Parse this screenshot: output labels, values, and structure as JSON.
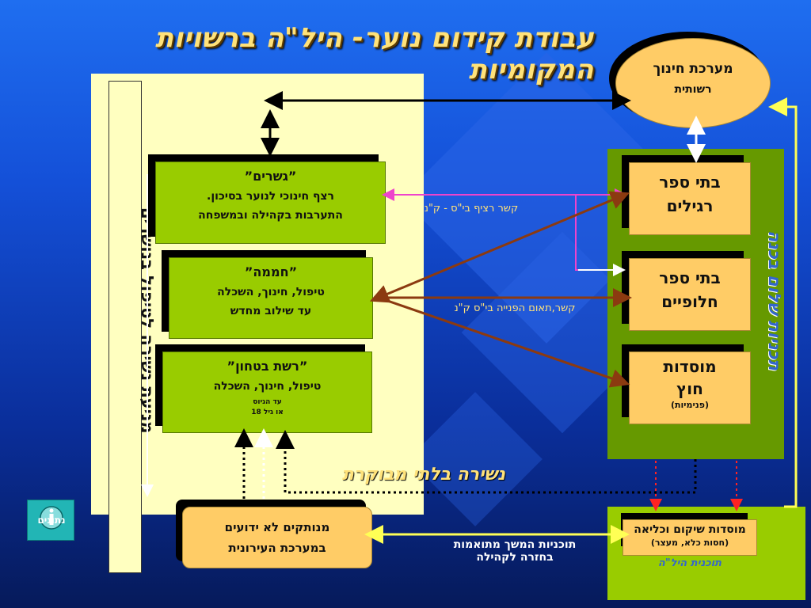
{
  "title": "עבודת קידום נוער- היל\"ה ברשויות המקומיות",
  "side_label": "מניעת נשירה לטיפול בנושרים",
  "left_boxes": [
    {
      "title": "”גשרים”",
      "lines": [
        "רצף חינוכי לנוער בסיכון.",
        "התערבות בקהילה ובמשפחה"
      ]
    },
    {
      "title": "”חממה”",
      "lines": [
        "טיפול, חינוך, השכלה",
        "עד שילוב מחדש"
      ]
    },
    {
      "title": "”רשת בטחון”",
      "lines": [
        "טיפול, חינוך, השכלה"
      ],
      "small": [
        "עד הגיוס",
        "או גיל 18"
      ]
    }
  ],
  "ellipse": {
    "line1": "מערכת  חינוך",
    "line2": "רשותית"
  },
  "right_vertical": "תכניות שלום בכנה",
  "right_boxes": [
    {
      "line1": "בתי ספר",
      "line2": "רגילים"
    },
    {
      "line1": "בתי ספר",
      "line2": "חלופיים"
    },
    {
      "line1": "מוסדות",
      "line2": "חוץ",
      "small": "(פנימיות)"
    }
  ],
  "link_labels": {
    "top": "קשר רציף בי\"ס - ק\"נ",
    "middle": "קשר,תאום הפנייה בי\"ס ק\"נ"
  },
  "dropout_label": "נשירה בלתי מבוקרת",
  "bottom_box": {
    "line1": "מנותקים לא ידועים",
    "line2": "במערכת  העירונית"
  },
  "bottom_center": {
    "line1": "תוכניות המשך מתואמות",
    "line2": "בחזרה לקהילה"
  },
  "bottom_right": {
    "line1": "מוסדות שיקום וכליאה",
    "line2": "(חסות כלא, מעצר)",
    "line3": "תוכנית היל\"ה"
  },
  "info_button": {
    "label": "נתונים"
  },
  "colors": {
    "title": "#ffe27a",
    "panel": "#ffffc0",
    "green": "#99cc00",
    "orange": "#ffcc66"
  }
}
